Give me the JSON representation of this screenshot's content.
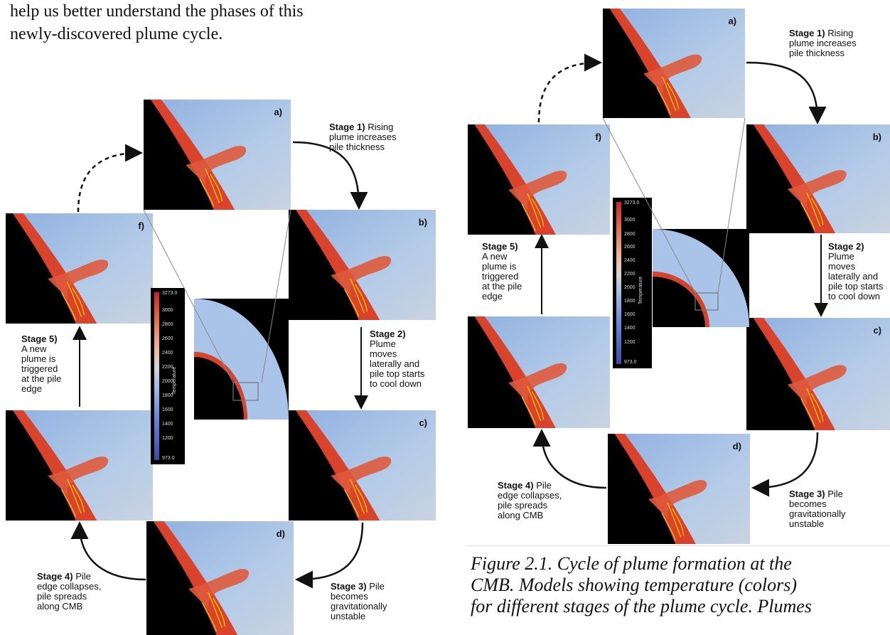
{
  "intro_lines": [
    "help us better understand the phases of this",
    "newly-discovered plume cycle."
  ],
  "panel_labels": {
    "a": "a)",
    "b": "b)",
    "c": "c)",
    "d": "d)",
    "e": "",
    "f": "f)"
  },
  "stages": {
    "s1_bold": "Stage 1)",
    "s1_line1": "Rising",
    "s1_line2": "plume increases",
    "s1_line3": "pile thickness",
    "s2_bold": "Stage 2)",
    "s2_line1": "Plume",
    "s2_line2": "moves",
    "s2_line3": "laterally and",
    "s2_line4": "pile top starts",
    "s2_line5": "to cool down",
    "s3_bold": "Stage 3)",
    "s3_line1": "Pile",
    "s3_line2": "becomes",
    "s3_line3": "gravitationally",
    "s3_line4": "unstable",
    "s4_bold": "Stage 4)",
    "s4_line1": "Pile",
    "s4_line2": "edge collapses,",
    "s4_line3": "pile spreads",
    "s4_line4": "along CMB",
    "s5_bold": "Stage 5)",
    "s5_line1": "A new",
    "s5_line2": "plume is",
    "s5_line3": "triggered",
    "s5_line4": "at the pile",
    "s5_line5": "edge"
  },
  "colorbar": {
    "title": "Temperature",
    "ticks": [
      "3273.0",
      "3000",
      "2800",
      "2600",
      "2400",
      "2200",
      "2000",
      "1800",
      "1600",
      "1400",
      "1200",
      "973.0"
    ],
    "colors": {
      "hot": "#c8242a",
      "mid": "#d7d5d3",
      "cold": "#3b4aa6"
    }
  },
  "caption_lines": [
    "Figure 2.1. Cycle of plume formation at the",
    "CMB. Models showing temperature (colors)",
    "for different stages of the plume cycle. Plumes"
  ],
  "colors": {
    "mantle": "#a9c4e8",
    "hot": "#d9432c",
    "core": "#000000",
    "trace": "#f2c200"
  }
}
